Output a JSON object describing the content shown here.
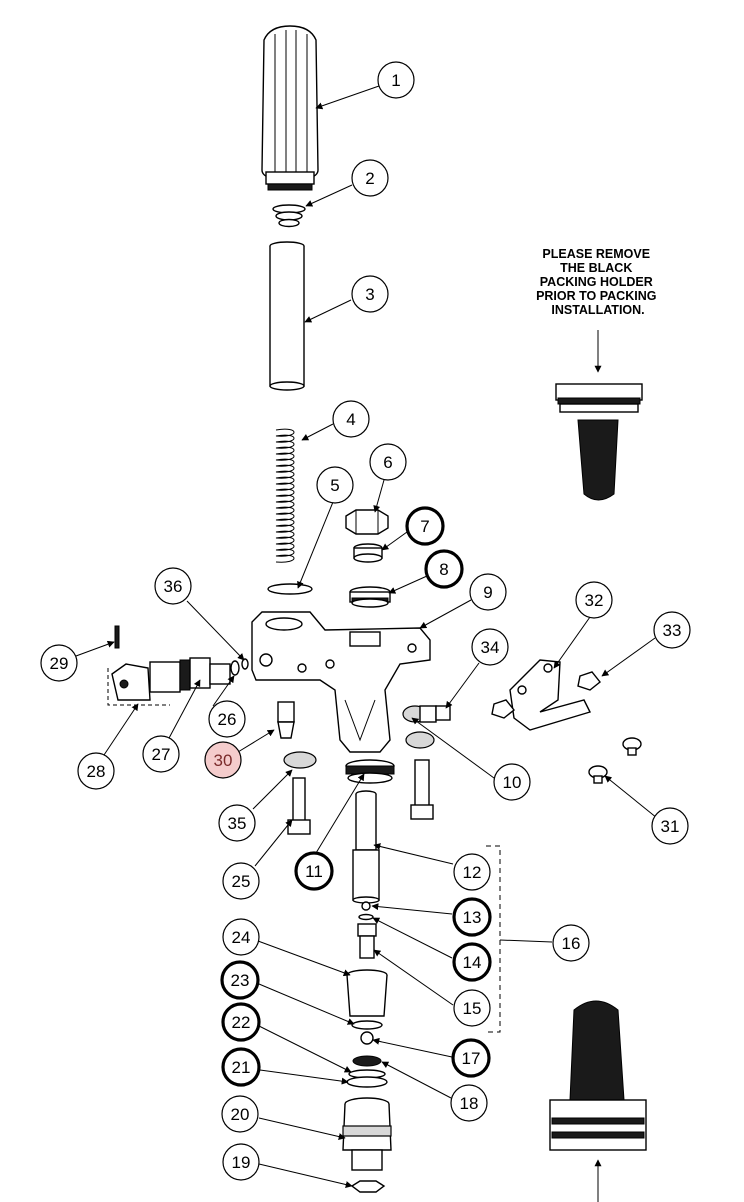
{
  "colors": {
    "line": "#000000",
    "highlight_circle_fill": "#f4cccc",
    "highlight_text": "#7a2b2b"
  },
  "note": {
    "lines": [
      "PLEASE REMOVE",
      "THE BLACK",
      "PACKING HOLDER",
      "PRIOR TO PACKING",
      "INSTALLATION."
    ]
  },
  "callouts": [
    {
      "label": "1",
      "style": "normal"
    },
    {
      "label": "2",
      "style": "normal"
    },
    {
      "label": "3",
      "style": "normal"
    },
    {
      "label": "4",
      "style": "normal"
    },
    {
      "label": "5",
      "style": "normal"
    },
    {
      "label": "6",
      "style": "normal"
    },
    {
      "label": "7",
      "style": "bold"
    },
    {
      "label": "8",
      "style": "bold"
    },
    {
      "label": "9",
      "style": "normal"
    },
    {
      "label": "10",
      "style": "normal"
    },
    {
      "label": "11",
      "style": "bold"
    },
    {
      "label": "12",
      "style": "normal"
    },
    {
      "label": "13",
      "style": "bold"
    },
    {
      "label": "14",
      "style": "bold"
    },
    {
      "label": "15",
      "style": "normal"
    },
    {
      "label": "16",
      "style": "normal"
    },
    {
      "label": "17",
      "style": "bold"
    },
    {
      "label": "18",
      "style": "normal"
    },
    {
      "label": "19",
      "style": "normal"
    },
    {
      "label": "20",
      "style": "normal"
    },
    {
      "label": "21",
      "style": "bold"
    },
    {
      "label": "22",
      "style": "bold"
    },
    {
      "label": "23",
      "style": "bold"
    },
    {
      "label": "24",
      "style": "normal"
    },
    {
      "label": "25",
      "style": "normal"
    },
    {
      "label": "26",
      "style": "normal"
    },
    {
      "label": "27",
      "style": "normal"
    },
    {
      "label": "28",
      "style": "normal"
    },
    {
      "label": "29",
      "style": "normal"
    },
    {
      "label": "30",
      "style": "highlight"
    },
    {
      "label": "31",
      "style": "normal"
    },
    {
      "label": "32",
      "style": "normal"
    },
    {
      "label": "33",
      "style": "normal"
    },
    {
      "label": "34",
      "style": "normal"
    },
    {
      "label": "35",
      "style": "normal"
    },
    {
      "label": "36",
      "style": "normal"
    }
  ]
}
